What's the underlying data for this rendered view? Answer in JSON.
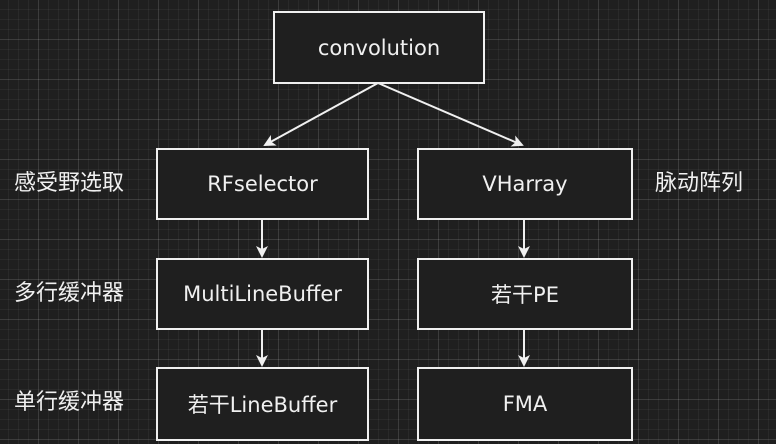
{
  "colors": {
    "background": "#1f1f1f",
    "stroke": "#f0f0f0",
    "text": "#f0f0f0"
  },
  "nodes": {
    "root": "convolution",
    "rfselector": "RFselector",
    "vharray": "VHarray",
    "multilinebuffer": "MultiLineBuffer",
    "pes": "若干PE",
    "linebuffers": "若干LineBuffer",
    "fma": "FMA"
  },
  "labels": {
    "rf_select": "感受野选取",
    "multi_line_buffer": "多行缓冲器",
    "single_line_buffer": "单行缓冲器",
    "systolic_array": "脉动阵列"
  }
}
